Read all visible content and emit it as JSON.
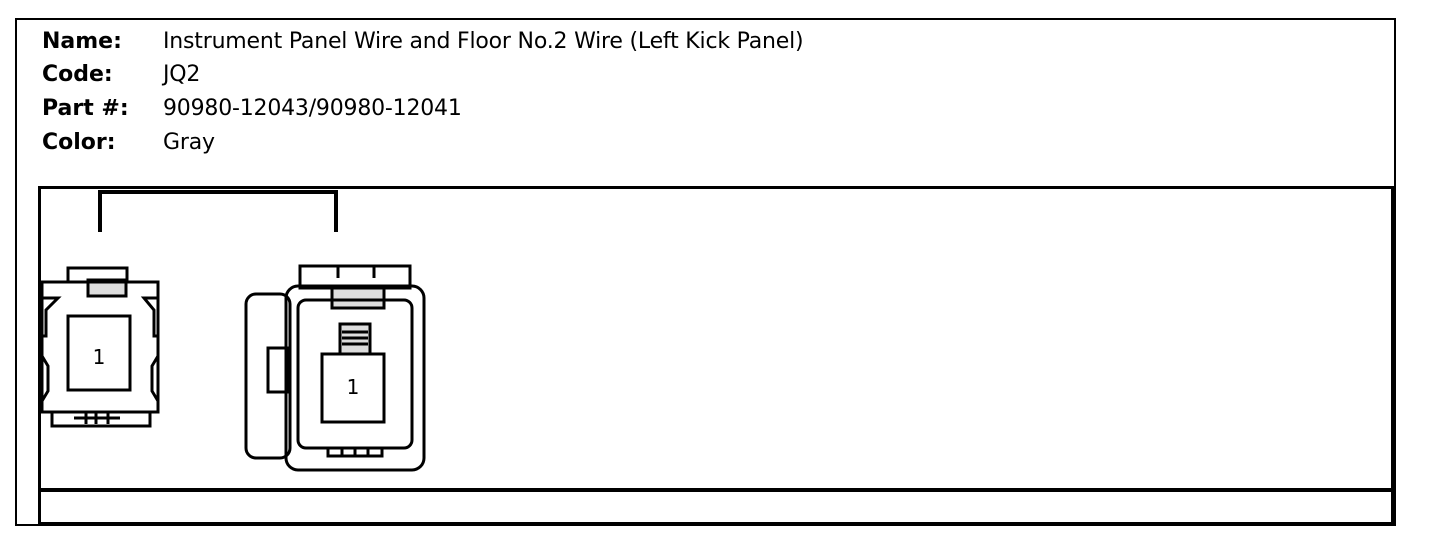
{
  "info": {
    "name_label": "Name:",
    "name_value": "Instrument Panel Wire and Floor No.2 Wire (Left Kick Panel)",
    "code_label": "Code:",
    "code_value": "JQ2",
    "part_label": "Part #:",
    "part_value": "90980-12043/90980-12041",
    "color_label": "Color:",
    "color_value": "Gray"
  },
  "connectors": [
    {
      "pin_label": "1"
    },
    {
      "pin_label": "1"
    }
  ]
}
